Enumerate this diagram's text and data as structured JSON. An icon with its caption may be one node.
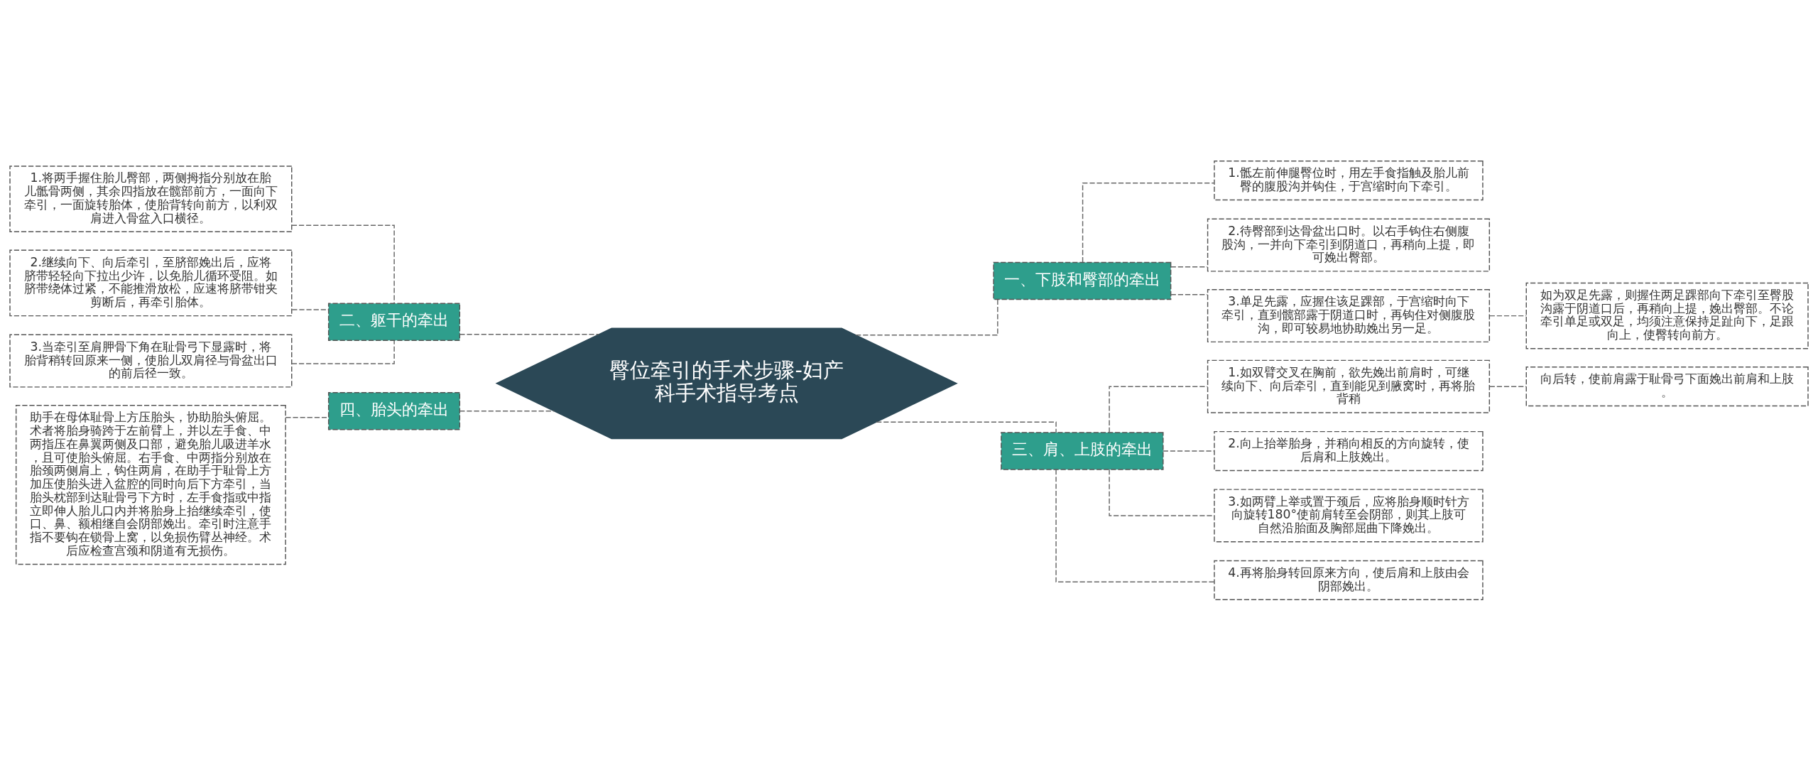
{
  "diagram": {
    "nodes": [
      {
        "text": [
          "臀位牵引的手术步骤-妇产科手术指导考点"
        ]
      },
      {
        "text": [
          "二、躯干的牵出"
        ]
      },
      {
        "text": [
          "1.将两手握住胎儿臀部，两侧拇指分别放在胎儿骶骨两侧，其余四指放在髋部前方，一面向下牵引，一面旋转胎体，使胎背转向前方，以利双肩进入骨盆入口横径。"
        ]
      },
      {
        "text": [
          "2.继续向下、向后牵引，至脐部娩出后，应将脐带轻轻向下拉出少许，以免胎儿循环受阻。如脐带绕体过紧，不能推滑放松，应速将脐带钳夹剪断后，再牵引胎体。"
        ]
      },
      {
        "text": [
          "3.当牵引至肩胛骨下角在耻骨弓下显露时，将胎背稍转回原来一侧，使胎儿双肩径与骨盆出口的前后径一致。"
        ]
      },
      {
        "text": [
          "四、胎头的牵出"
        ]
      },
      {
        "text": [
          "助手在母体耻骨上方压胎头，协助胎头俯屈。术者将胎身骑跨于左前臂上，并以左手食、中两指压在鼻翼两侧及口部，避免胎儿吸进羊水，且可使胎头俯屈。右手食、中两指分别放在胎颈两侧肩上，钩住两肩，在助手于耻骨上方加压使胎头进入盆腔的同时向后下方牵引，当胎头枕部到达耻骨弓下方时，左手食指或中指立即伸人胎儿口内并将胎身上抬继续牵引，使口、鼻、额相继自会阴部娩出。牵引时注意手指不要钩在锁骨上窝，以免损伤臂丛神经。术后应检查宫颈和阴道有无损伤。"
        ]
      },
      {
        "text": [
          "一、下肢和臀部的牵出"
        ]
      },
      {
        "text": [
          "1.骶左前伸腿臀位时，用左手食指触及胎儿前臀的腹股沟并钩住，于宫缩时向下牵引。"
        ]
      },
      {
        "text": [
          "2.待臀部到达骨盆出口时。以右手钩住右侧腹股沟，一并向下牵引到阴道口，再稍向上提，即可娩出臀部。"
        ]
      },
      {
        "text": [
          "3.单足先露，应握住该足踝部，于宫缩时向下牵引，直到髋部露于阴道口时，再钩住对侧腹股沟，即可较易地协助娩出另一足。"
        ]
      },
      {
        "text": [
          "如为双足先露，则握住两足踝部向下牵引至臀股沟露于阴道口后，再稍向上提，娩出臀部。不论牵引单足或双足，均须注意保持足趾向下，足跟向上，使臀转向前方。"
        ]
      },
      {
        "text": [
          "三、肩、上肢的牵出"
        ]
      },
      {
        "text": [
          "1.如双臂交叉在胸前，欲先娩出前肩时，可继续向下、向后牵引，直到能见到腋窝时，再将胎背稍"
        ]
      },
      {
        "text": [
          "向后转，使前肩露于耻骨弓下面娩出前肩和上肢。"
        ]
      },
      {
        "text": [
          "2.向上抬举胎身，并稍向相反的方向旋转，使后肩和上肢娩出。"
        ]
      },
      {
        "text": [
          "3.如两臂上举或置于颈后，应将胎身顺时针方向旋转180°使前肩转至会阴部，则其上肢可自然沿胎面及胸部屈曲下降娩出。"
        ]
      },
      {
        "text": [
          "4.再将胎身转回原来方向，使后肩和上肢由会阴部娩出。"
        ]
      }
    ],
    "edges": [
      {
        "from": 0,
        "to": 1,
        "arrow": "none",
        "style": "dashed"
      },
      {
        "from": 1,
        "to": 2,
        "arrow": "none",
        "style": "dashed"
      },
      {
        "from": 1,
        "to": 3,
        "arrow": "none",
        "style": "dashed"
      },
      {
        "from": 1,
        "to": 4,
        "arrow": "none",
        "style": "dashed"
      },
      {
        "from": 0,
        "to": 5,
        "arrow": "none",
        "style": "dashed"
      },
      {
        "from": 5,
        "to": 6,
        "arrow": "none",
        "style": "dashed"
      },
      {
        "from": 0,
        "to": 7,
        "arrow": "none",
        "style": "dashed"
      },
      {
        "from": 7,
        "to": 8,
        "arrow": "none",
        "style": "dashed"
      },
      {
        "from": 7,
        "to": 9,
        "arrow": "none",
        "style": "dashed"
      },
      {
        "from": 7,
        "to": 10,
        "arrow": "none",
        "style": "dashed"
      },
      {
        "from": 10,
        "to": 11,
        "arrow": "none",
        "style": "dashed"
      },
      {
        "from": 0,
        "to": 12,
        "arrow": "none",
        "style": "dashed"
      },
      {
        "from": 12,
        "to": 13,
        "arrow": "none",
        "style": "dashed"
      },
      {
        "from": 13,
        "to": 14,
        "arrow": "none",
        "style": "dashed"
      },
      {
        "from": 12,
        "to": 15,
        "arrow": "none",
        "style": "dashed"
      },
      {
        "from": 12,
        "to": 16,
        "arrow": "none",
        "style": "dashed"
      },
      {
        "from": 12,
        "to": 17,
        "arrow": "none",
        "style": "dashed"
      }
    ]
  }
}
